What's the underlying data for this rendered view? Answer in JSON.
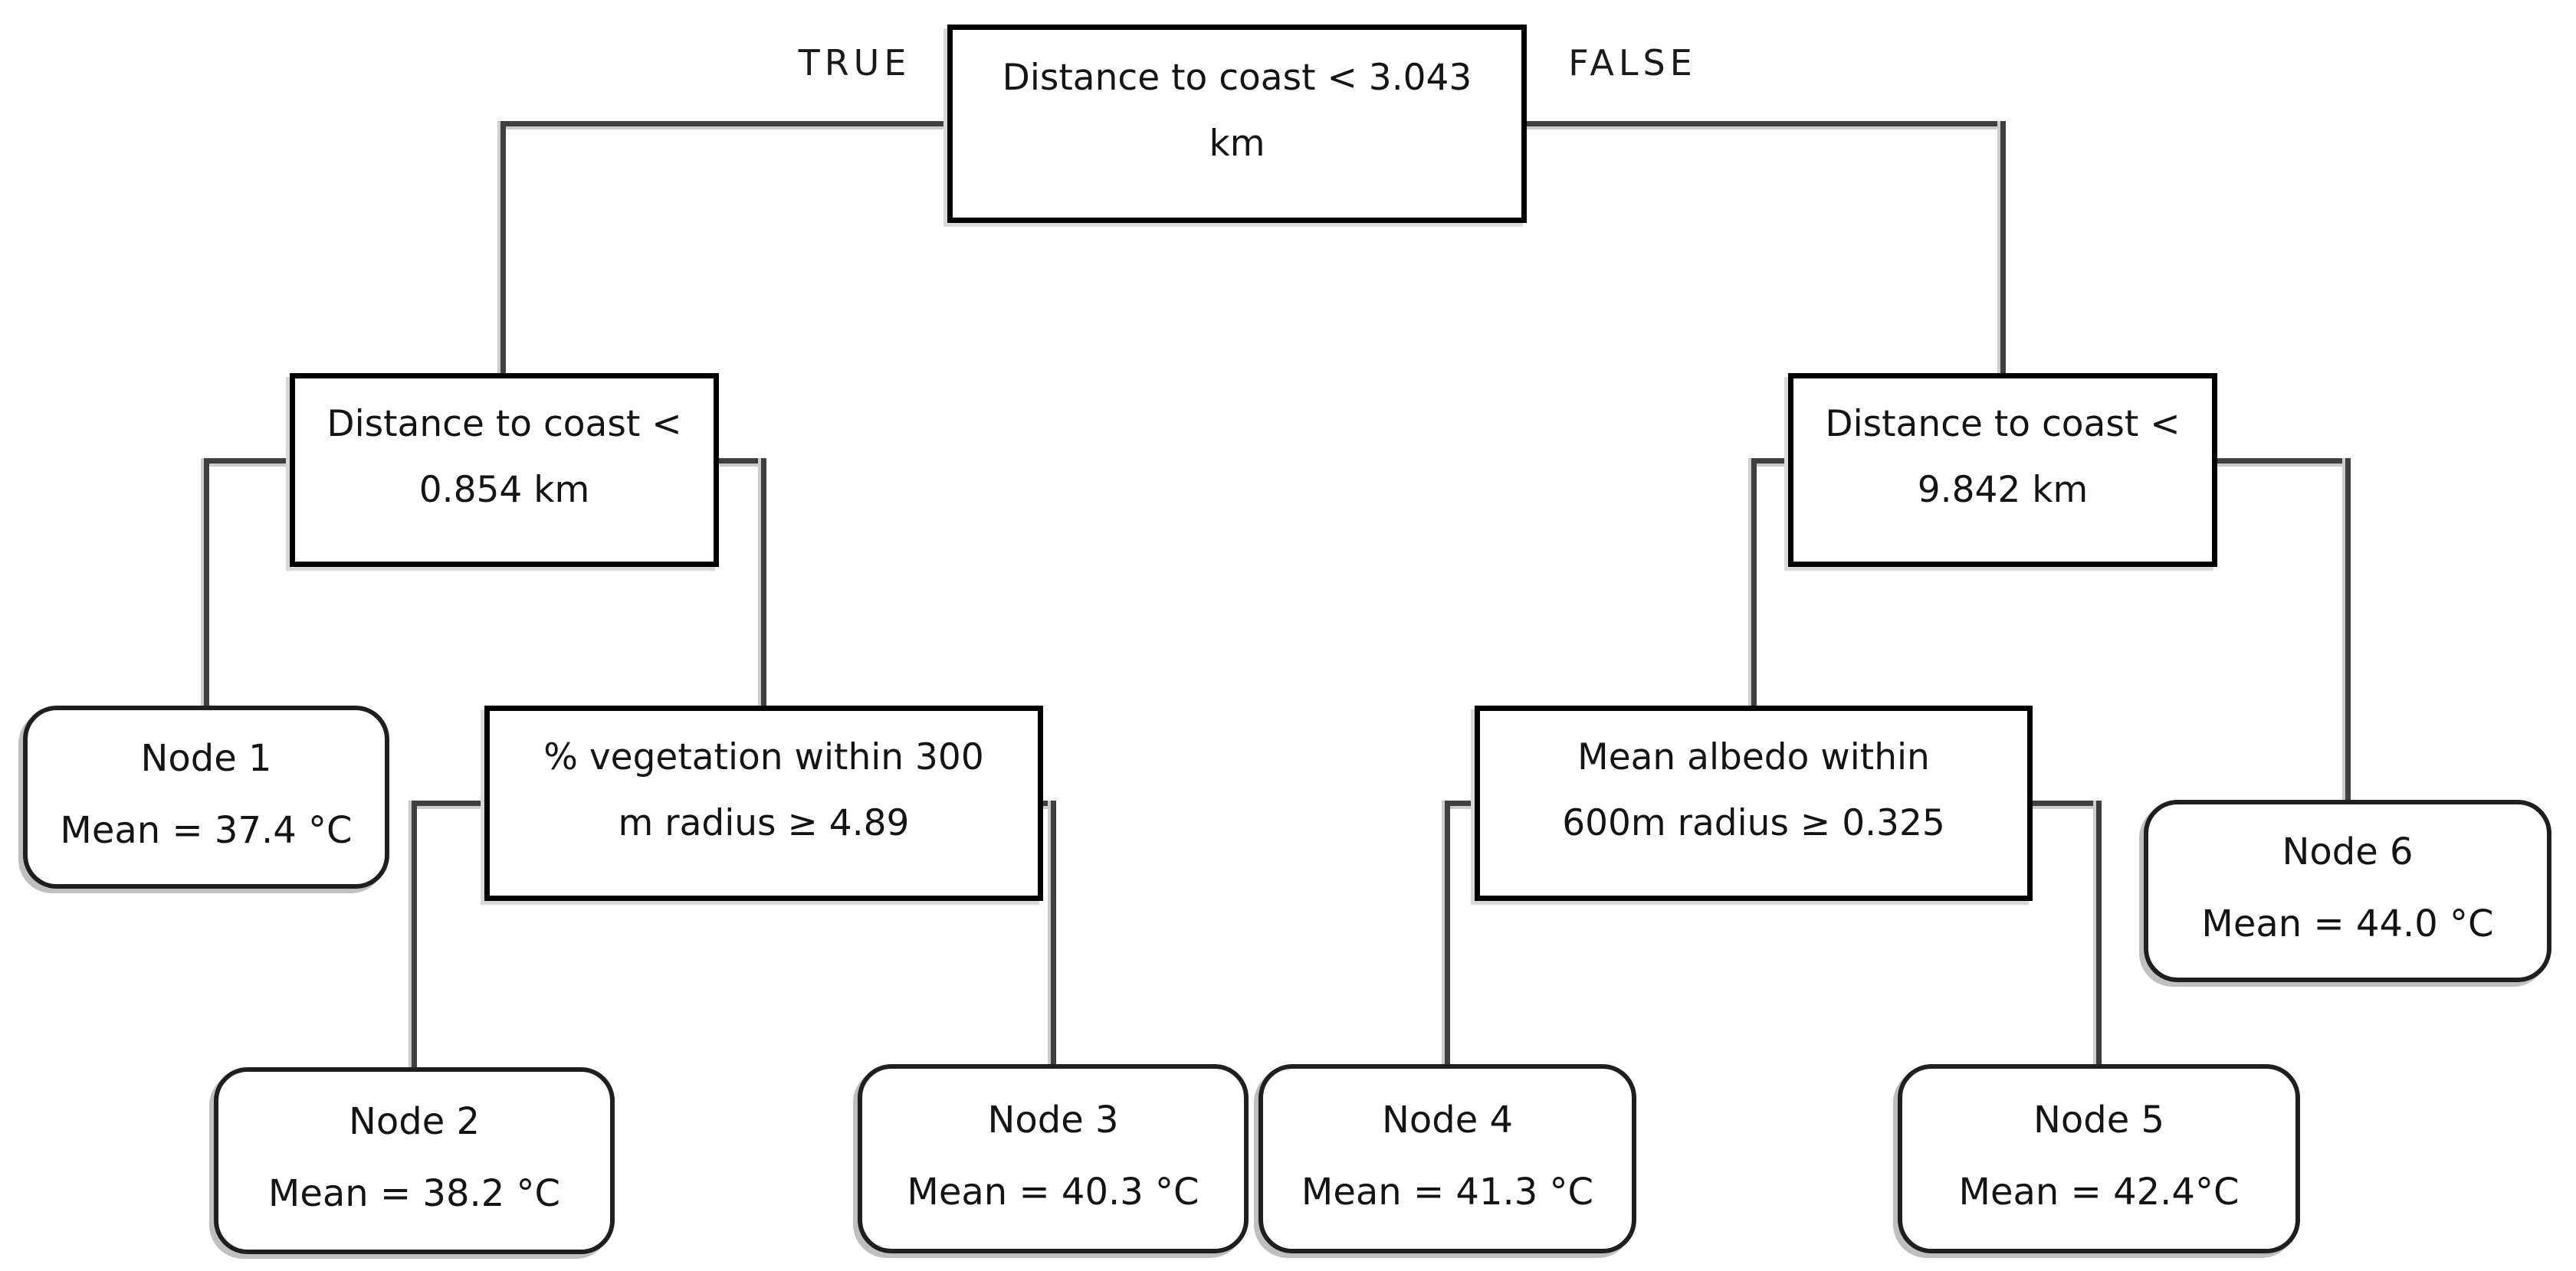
{
  "edge_labels": {
    "left": "TRUE",
    "right": "FALSE"
  },
  "decision_nodes": {
    "root": {
      "line1": "Distance to coast < 3.043",
      "line2": "km"
    },
    "coast_0854": {
      "line1": "Distance to coast <",
      "line2": "0.854 km"
    },
    "coast_9842": {
      "line1": "Distance to coast <",
      "line2": "9.842 km"
    },
    "vegetation": {
      "line1": "% vegetation within 300",
      "line2": "m radius ≥ 4.89"
    },
    "albedo": {
      "line1": "Mean albedo within",
      "line2": "600m radius ≥ 0.325"
    }
  },
  "leaf_nodes": {
    "node1": {
      "title": "Node 1",
      "value": "Mean = 37.4 °C"
    },
    "node2": {
      "title": "Node 2",
      "value": "Mean = 38.2 °C"
    },
    "node3": {
      "title": "Node 3",
      "value": "Mean = 40.3 °C"
    },
    "node4": {
      "title": "Node 4",
      "value": "Mean = 41.3 °C"
    },
    "node5": {
      "title": "Node 5",
      "value": "Mean = 42.4°C"
    },
    "node6": {
      "title": "Node 6",
      "value": "Mean = 44.0 °C"
    }
  },
  "hierarchy": {
    "root": {
      "left": "coast_0854",
      "right": "coast_9842"
    },
    "coast_0854": {
      "left": "node1",
      "right": "vegetation"
    },
    "vegetation": {
      "left": "node2",
      "right": "node3"
    },
    "coast_9842": {
      "left": "albedo",
      "right": "node6"
    },
    "albedo": {
      "left": "node4",
      "right": "node5"
    }
  },
  "colors": {
    "background": "#ffffff",
    "box_fill": "#ffffff",
    "box_border": "#000000",
    "connector": "#3f3f3f",
    "connector_shadow": "#cccccc",
    "text": "#141414"
  }
}
